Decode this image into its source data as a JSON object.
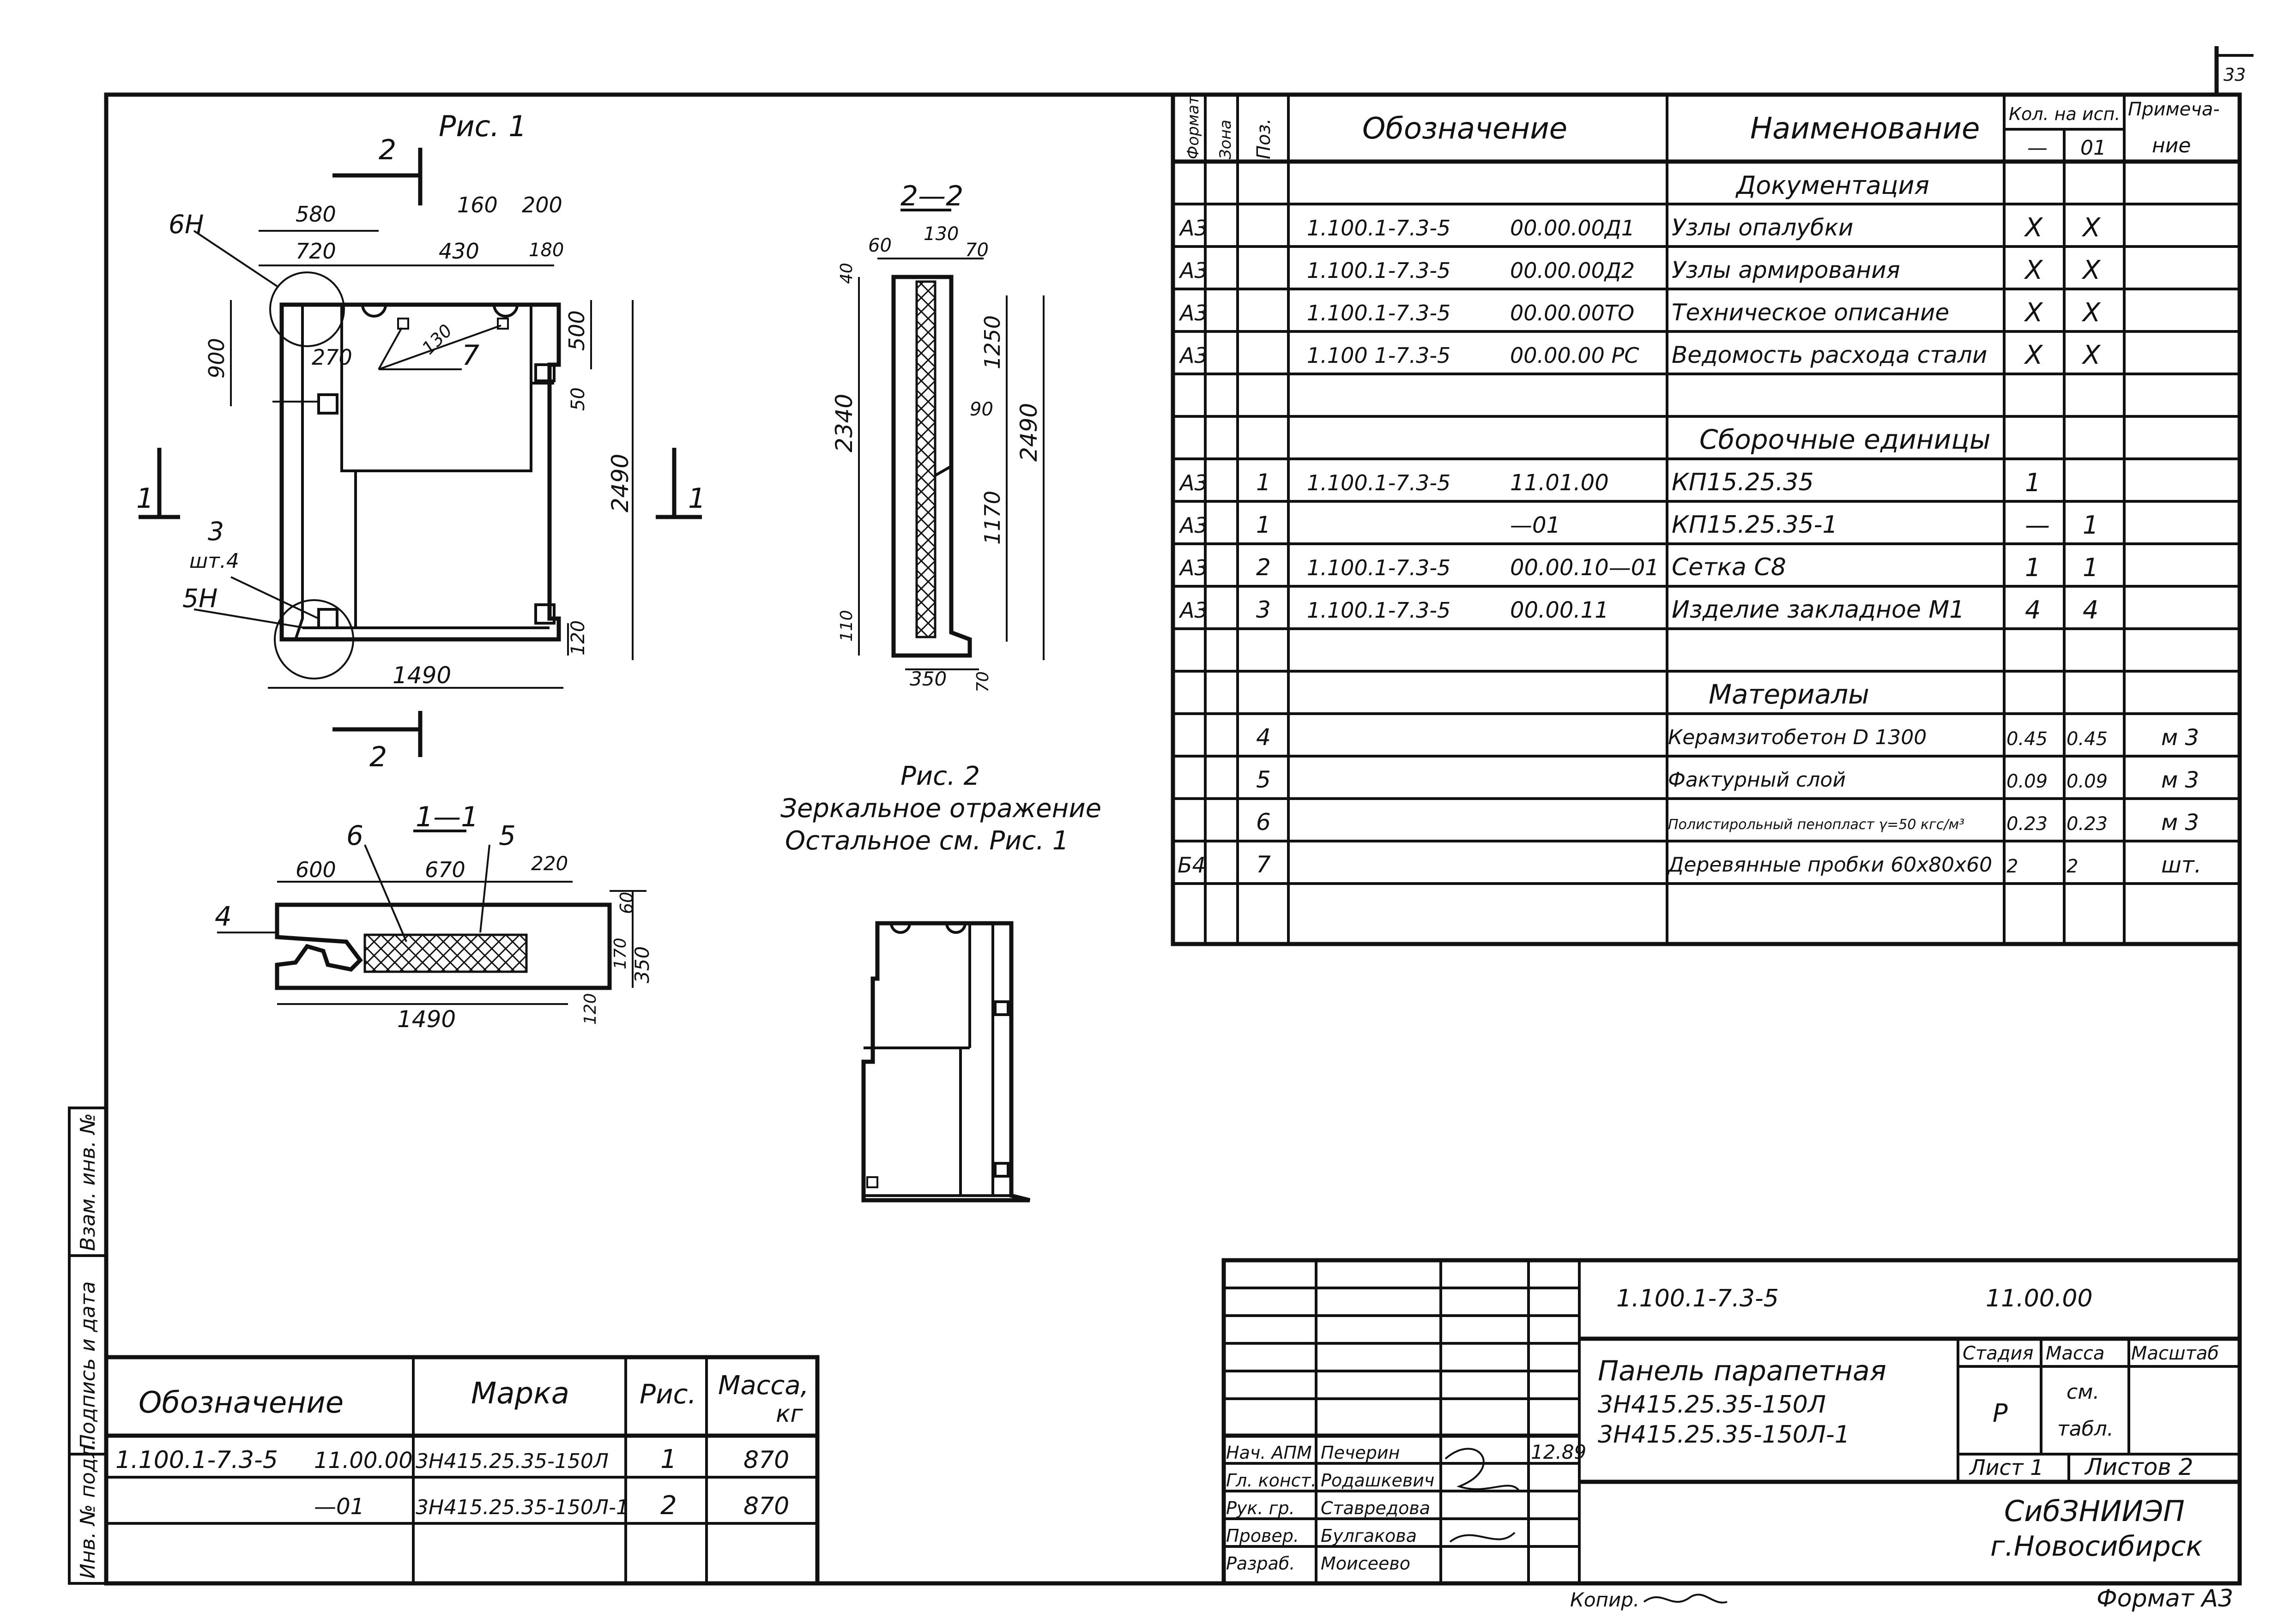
{
  "page_number": "33",
  "fig1": {
    "title": "Рис. 1",
    "section_marks": [
      "2",
      "2",
      "1",
      "1"
    ],
    "callouts": [
      "6Н",
      "3",
      "шт.4",
      "5Н",
      "7"
    ],
    "dims": [
      "580",
      "720",
      "160",
      "200",
      "430",
      "180",
      "900",
      "270",
      "500",
      "50",
      "2490",
      "1490",
      "120",
      "130"
    ]
  },
  "sec22": {
    "title": "2—2",
    "dims": [
      "60",
      "130",
      "70",
      "40",
      "1250",
      "2340",
      "90",
      "2490",
      "1170",
      "110",
      "350",
      "70"
    ]
  },
  "sec11": {
    "title": "1—1",
    "callouts": [
      "6",
      "5",
      "4"
    ],
    "dims": [
      "600",
      "670",
      "220",
      "60",
      "170",
      "350",
      "120",
      "1490"
    ]
  },
  "fig2": {
    "title": "Рис. 2",
    "line1": "Зеркальное   отражение",
    "line2": "Остальное   см.   Рис. 1"
  },
  "spec": {
    "headers": {
      "format": "Формат",
      "zone": "Зона",
      "pos": "Поз.",
      "designation": "Обозначение",
      "name": "Наименование",
      "qty": "Кол. на исп.",
      "qty_a": "—",
      "qty_b": "01",
      "note_1": "Примеча-",
      "note_2": "ние"
    },
    "sections": {
      "docs": "Документация",
      "assemblies": "Сборочные единицы",
      "materials": "Материалы"
    },
    "docs": [
      {
        "format": "А3",
        "code": "1.100.1-7.3-5",
        "doc": "00.00.00Д1",
        "name": "Узлы  опалубки",
        "a": "X",
        "b": "X"
      },
      {
        "format": "А3",
        "code": "1.100.1-7.3-5",
        "doc": "00.00.00Д2",
        "name": "Узлы  армирования",
        "a": "X",
        "b": "X"
      },
      {
        "format": "А3",
        "code": "1.100.1-7.3-5",
        "doc": "00.00.00ТО",
        "name": "Техническое  описание",
        "a": "X",
        "b": "X"
      },
      {
        "format": "А3",
        "code": "1.100 1-7.3-5",
        "doc": "00.00.00 РС",
        "name": "Ведомость расхода стали",
        "a": "X",
        "b": "X"
      }
    ],
    "assemblies": [
      {
        "format": "А3",
        "pos": "1",
        "code": "1.100.1-7.3-5",
        "doc": "11.01.00",
        "name": "КП15.25.35",
        "a": "1",
        "b": ""
      },
      {
        "format": "А3",
        "pos": "1",
        "code": "",
        "doc": "—01",
        "name": "КП15.25.35-1",
        "a": "—",
        "b": "1"
      },
      {
        "format": "А3",
        "pos": "2",
        "code": "1.100.1-7.3-5",
        "doc": "00.00.10—01",
        "name": "Сетка С8",
        "a": "1",
        "b": "1"
      },
      {
        "format": "А3",
        "pos": "3",
        "code": "1.100.1-7.3-5",
        "doc": "00.00.11",
        "name": "Изделие закладное М1",
        "a": "4",
        "b": "4"
      }
    ],
    "materials": [
      {
        "format": "",
        "pos": "4",
        "name": "Керамзитобетон D 1300",
        "a": "0.45",
        "b": "0.45",
        "note": "м 3"
      },
      {
        "format": "",
        "pos": "5",
        "name": "Фактурный  слой",
        "a": "0.09",
        "b": "0.09",
        "note": "м 3"
      },
      {
        "format": "",
        "pos": "6",
        "name": "Полистирольный пенопласт γ=50 кгс/м³",
        "a": "0.23",
        "b": "0.23",
        "note": "м 3"
      },
      {
        "format": "Б4",
        "pos": "7",
        "name": "Деревянные пробки 60х80х60",
        "a": "2",
        "b": "2",
        "note": "шт."
      }
    ]
  },
  "marks": {
    "headers": {
      "designation": "Обозначение",
      "mark": "Марка",
      "fig": "Рис.",
      "mass_1": "Масса,",
      "mass_2": "кг"
    },
    "rows": [
      {
        "code": "1.100.1-7.3-5",
        "doc": "11.00.00",
        "mark": "3Н415.25.35-150Л",
        "fig": "1",
        "mass": "870"
      },
      {
        "code": "",
        "doc": "—01",
        "mark": "3Н415.25.35-150Л-1",
        "fig": "2",
        "mass": "870"
      }
    ]
  },
  "side_stamp": [
    "Инв. № подл.",
    "Подпись и дата",
    "Взам. инв. №"
  ],
  "title_block": {
    "code": "1.100.1-7.3-5",
    "doc": "11.00.00",
    "name_1": "Панель  парапетная",
    "name_2": "3Н415.25.35-150Л",
    "name_3": "3Н415.25.35-150Л-1",
    "stage_h": "Стадия",
    "mass_h": "Масса",
    "scale_h": "Масштаб",
    "stage": "Р",
    "mass_1": "см.",
    "mass_2": "табл.",
    "sheet": "Лист  1",
    "sheets": "Листов 2",
    "org_1": "СибЗНИИЭП",
    "org_2": "г.Новосибирск",
    "date": "12.89",
    "roles": [
      {
        "role": "Нач. АПМ",
        "person": "Печерин"
      },
      {
        "role": "Гл. конст.",
        "person": "Родашкевич"
      },
      {
        "role": "Рук. гр.",
        "person": "Ставредова"
      },
      {
        "role": "Провер.",
        "person": "Булгакова"
      },
      {
        "role": "Разраб.",
        "person": "Моисеево"
      }
    ]
  },
  "footer": {
    "copier": "Копир.",
    "format": "Формат А3"
  }
}
